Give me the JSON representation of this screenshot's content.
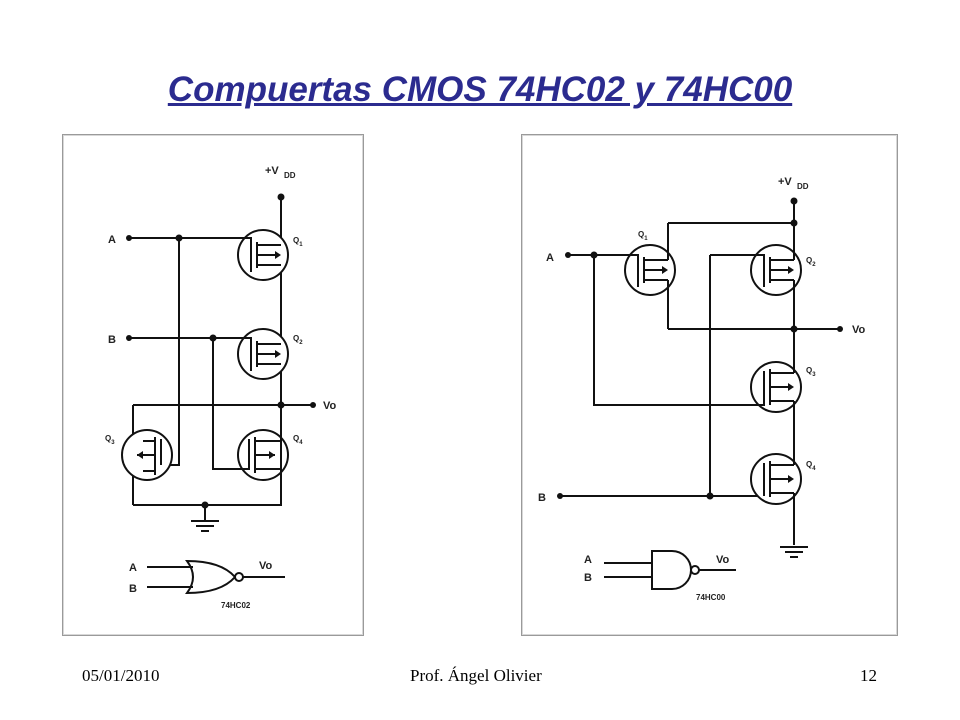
{
  "title": "Compuertas  CMOS 74HC02 y 74HC00",
  "colors": {
    "title": "#2b2b8f",
    "wire": "#111111",
    "panel_border": "#9a9a9a"
  },
  "nor": {
    "input_a": "A",
    "input_b": "B",
    "output": "Vo",
    "supply": "+V",
    "supply_sub": "DD",
    "transistors": [
      {
        "label": "Q",
        "sub": "1"
      },
      {
        "label": "Q",
        "sub": "2"
      },
      {
        "label": "Q",
        "sub": "3"
      },
      {
        "label": "Q",
        "sub": "4"
      }
    ],
    "symbol": {
      "a": "A",
      "b": "B",
      "out": "Vo",
      "part": "74HC02"
    }
  },
  "nand": {
    "input_a": "A",
    "input_b": "B",
    "output": "Vo",
    "supply": "+V",
    "supply_sub": "DD",
    "transistors": [
      {
        "label": "Q",
        "sub": "1"
      },
      {
        "label": "Q",
        "sub": "2"
      },
      {
        "label": "Q",
        "sub": "3"
      },
      {
        "label": "Q",
        "sub": "4"
      }
    ],
    "symbol": {
      "a": "A",
      "b": "B",
      "out": "Vo",
      "part": "74HC00"
    }
  },
  "footer": {
    "date": "05/01/2010",
    "author": "Prof. Ángel Olivier",
    "page": "12"
  }
}
